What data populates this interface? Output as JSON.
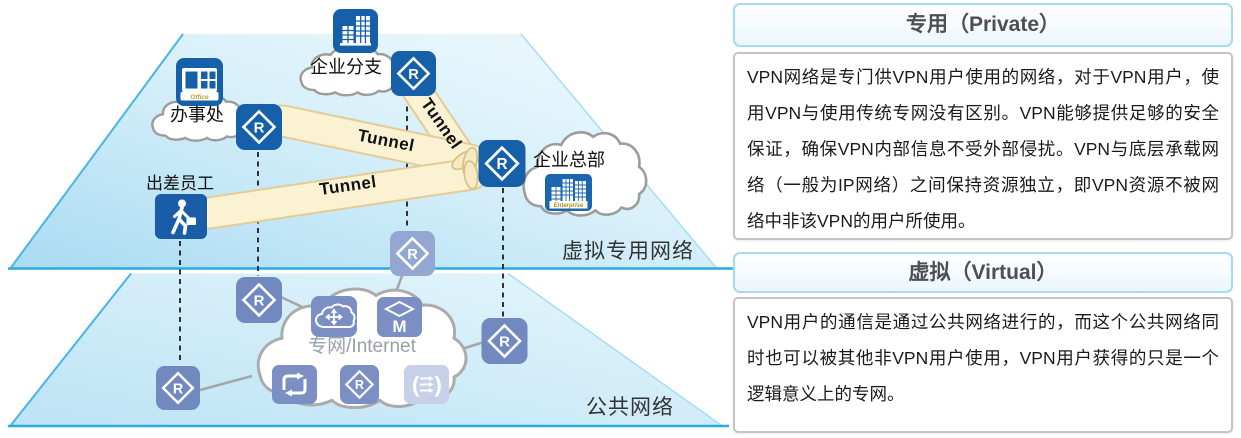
{
  "colors": {
    "layer_border": "#29ABE2",
    "device_blue": "#1660AA",
    "device_periwinkle": "#7B8FC5",
    "device_faded": "#C7D0E7",
    "tunnel_fill": "#FBF1D3",
    "tunnel_border": "#E0C98F",
    "panel_header_border": "#A4DAF3"
  },
  "diagram": {
    "router_letter": "R",
    "m_letter": "M",
    "signs": {
      "office": "Office",
      "enterprise": "Enterprise"
    },
    "nodes": {
      "branch": "企业分支",
      "office": "办事处",
      "employee": "出差员工",
      "hq": "企业总部",
      "internet": "专网/Internet"
    },
    "tunnels": [
      "Tunnel",
      "Tunnel",
      "Tunnel"
    ],
    "layers": {
      "vpn": "虚拟专用网络",
      "public": "公共网络"
    }
  },
  "panels": [
    {
      "title": "专用（Private）",
      "body": "VPN网络是专门供VPN用户使用的网络，对于VPN用户，使用VPN与使用传统专网没有区别。VPN能够提供足够的安全保证，确保VPN内部信息不受外部侵扰。VPN与底层承载网络（一般为IP网络）之间保持资源独立，即VPN资源不被网络中非该VPN的用户所使用。"
    },
    {
      "title": "虚拟（Virtual）",
      "body": "VPN用户的通信是通过公共网络进行的，而这个公共网络同时也可以被其他非VPN用户使用，VPN用户获得的只是一个逻辑意义上的专网。"
    }
  ]
}
